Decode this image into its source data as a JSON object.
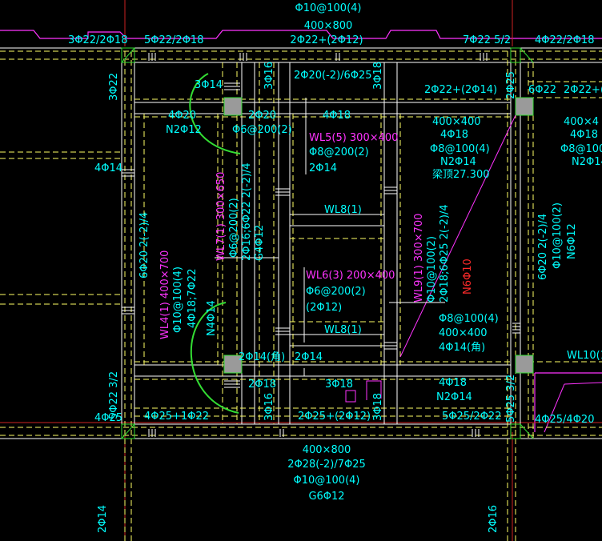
{
  "colors": {
    "background": "#000000",
    "cyan": "#00ffff",
    "yellow": "#ffff66",
    "white": "#ffffff",
    "magenta": "#ff33ff",
    "red": "#ff2a2a",
    "green": "#33dd33",
    "grid_red": "#cc2222",
    "gray_fill": "#9a9a9a",
    "column_green": "#116611"
  },
  "labels": {
    "top_center_1": "Φ10@100(4)",
    "top_center_2": "400×800",
    "top_center_3": "2Φ22+(2Φ12)",
    "top_left_rebar": "3Φ22/2Φ18",
    "top_left_rebar_2": "5Φ22/2Φ18",
    "top_right_rebar": "7Φ22 5/2",
    "top_right_rebar_2": "4Φ22/2Φ18",
    "col_3c22": "3Φ22",
    "col_3c14": "3Φ14",
    "c_4c20": "4Φ20",
    "c_n2c12": "N2Φ12",
    "c_3c16_top": "3Φ16",
    "c_2c20_6c25": "2Φ20(-2)/6Φ25",
    "c_2c20": "2Φ20",
    "c_phi6_200": "Φ6@200(2)",
    "c_3c18_top": "3Φ18",
    "c_4c18": "4Φ18",
    "wl5_title": "WL5(5) 300×400",
    "wl5_stirrup": "Φ8@200(2)",
    "wl5_bar": "2Φ14",
    "r_2c22_2c14": "2Φ22+(2Φ14)",
    "r_col_2c25": "2Φ25",
    "r_6c22": "6Φ22",
    "r_2c22_far": "2Φ22+(2",
    "r_400x400": "400×400",
    "r_4c18": "4Φ18",
    "r_phi8_100": "Φ8@100(4)",
    "r_n2c14": "N2Φ14",
    "r_level": "梁顶27.300",
    "r_far_400": "400×4",
    "r_far_4c18": "4Φ18",
    "r_far_phi8": "Φ8@100(",
    "r_far_n2c14": "N2Φ14",
    "left_4c14": "4Φ14",
    "wl8_top": "WL8(1)",
    "wl7_title": "WL7(1) 300×650",
    "wl7_stirrup": "Φ6@200(2)",
    "wl7_bar": "2Φ16;6Φ22 2(-2)/4",
    "wl7_g": "G4Φ12",
    "left_vert_6c20": "6Φ20 2(-2)/4",
    "wl6_title": "WL6(3) 200×400",
    "wl6_stirrup": "Φ6@200(2)",
    "wl6_bar": "(2Φ12)",
    "wl9_title": "WL9(1) 300×700",
    "wl9_stirrup": "Φ10@100(2)",
    "wl9_bar": "2Φ18;6Φ25 2(-2)/4",
    "wl9_n": "N6Φ10",
    "right_vert_6c20": "6Φ20 2(-2)/4",
    "right_vert_phi10": "Φ10@100(2)",
    "right_vert_n6c12": "N6Φ12",
    "wl4_title": "WL4(1) 400×700",
    "wl4_stirrup": "Φ10@100(4)",
    "wl4_bar": "4Φ18;7Φ22",
    "wl4_n": "N4Φ14",
    "wl8_bottom": "WL8(1)",
    "b_2c14_tl": "2Φ14(角)",
    "b_2c14_c": "2Φ14",
    "b_phi8_100": "Φ8@100(4)",
    "b_400x400": "400×400",
    "b_4c14": "4Φ14(角)",
    "wl10": "WL10(1",
    "b_2c18": "2Φ18",
    "b_3c18": "3Φ18",
    "b_4c18": "4Φ18",
    "b_n2c14": "N2Φ14",
    "left_5c22": "5Φ22 3/2",
    "b_4c25": "4Φ25",
    "b_4c25_1c22": "4Φ25+1Φ22",
    "b_3c16": "3Φ16",
    "b_2c25_2c12": "2Φ25+(2Φ12)",
    "b_3c18_v": "3Φ18",
    "b_5c25_2c22": "5Φ25/2Φ22",
    "b_5c25_col": "5Φ25 3/2",
    "b_4c25_4c20": "4Φ25/4Φ20",
    "bot_center_1": "400×800",
    "bot_center_2": "2Φ28(-2)/7Φ25",
    "bot_center_3": "Φ10@100(4)",
    "bot_center_4": "G6Φ12",
    "bot_left_2c14": "2Φ14",
    "bot_right_2c16": "2Φ16"
  }
}
